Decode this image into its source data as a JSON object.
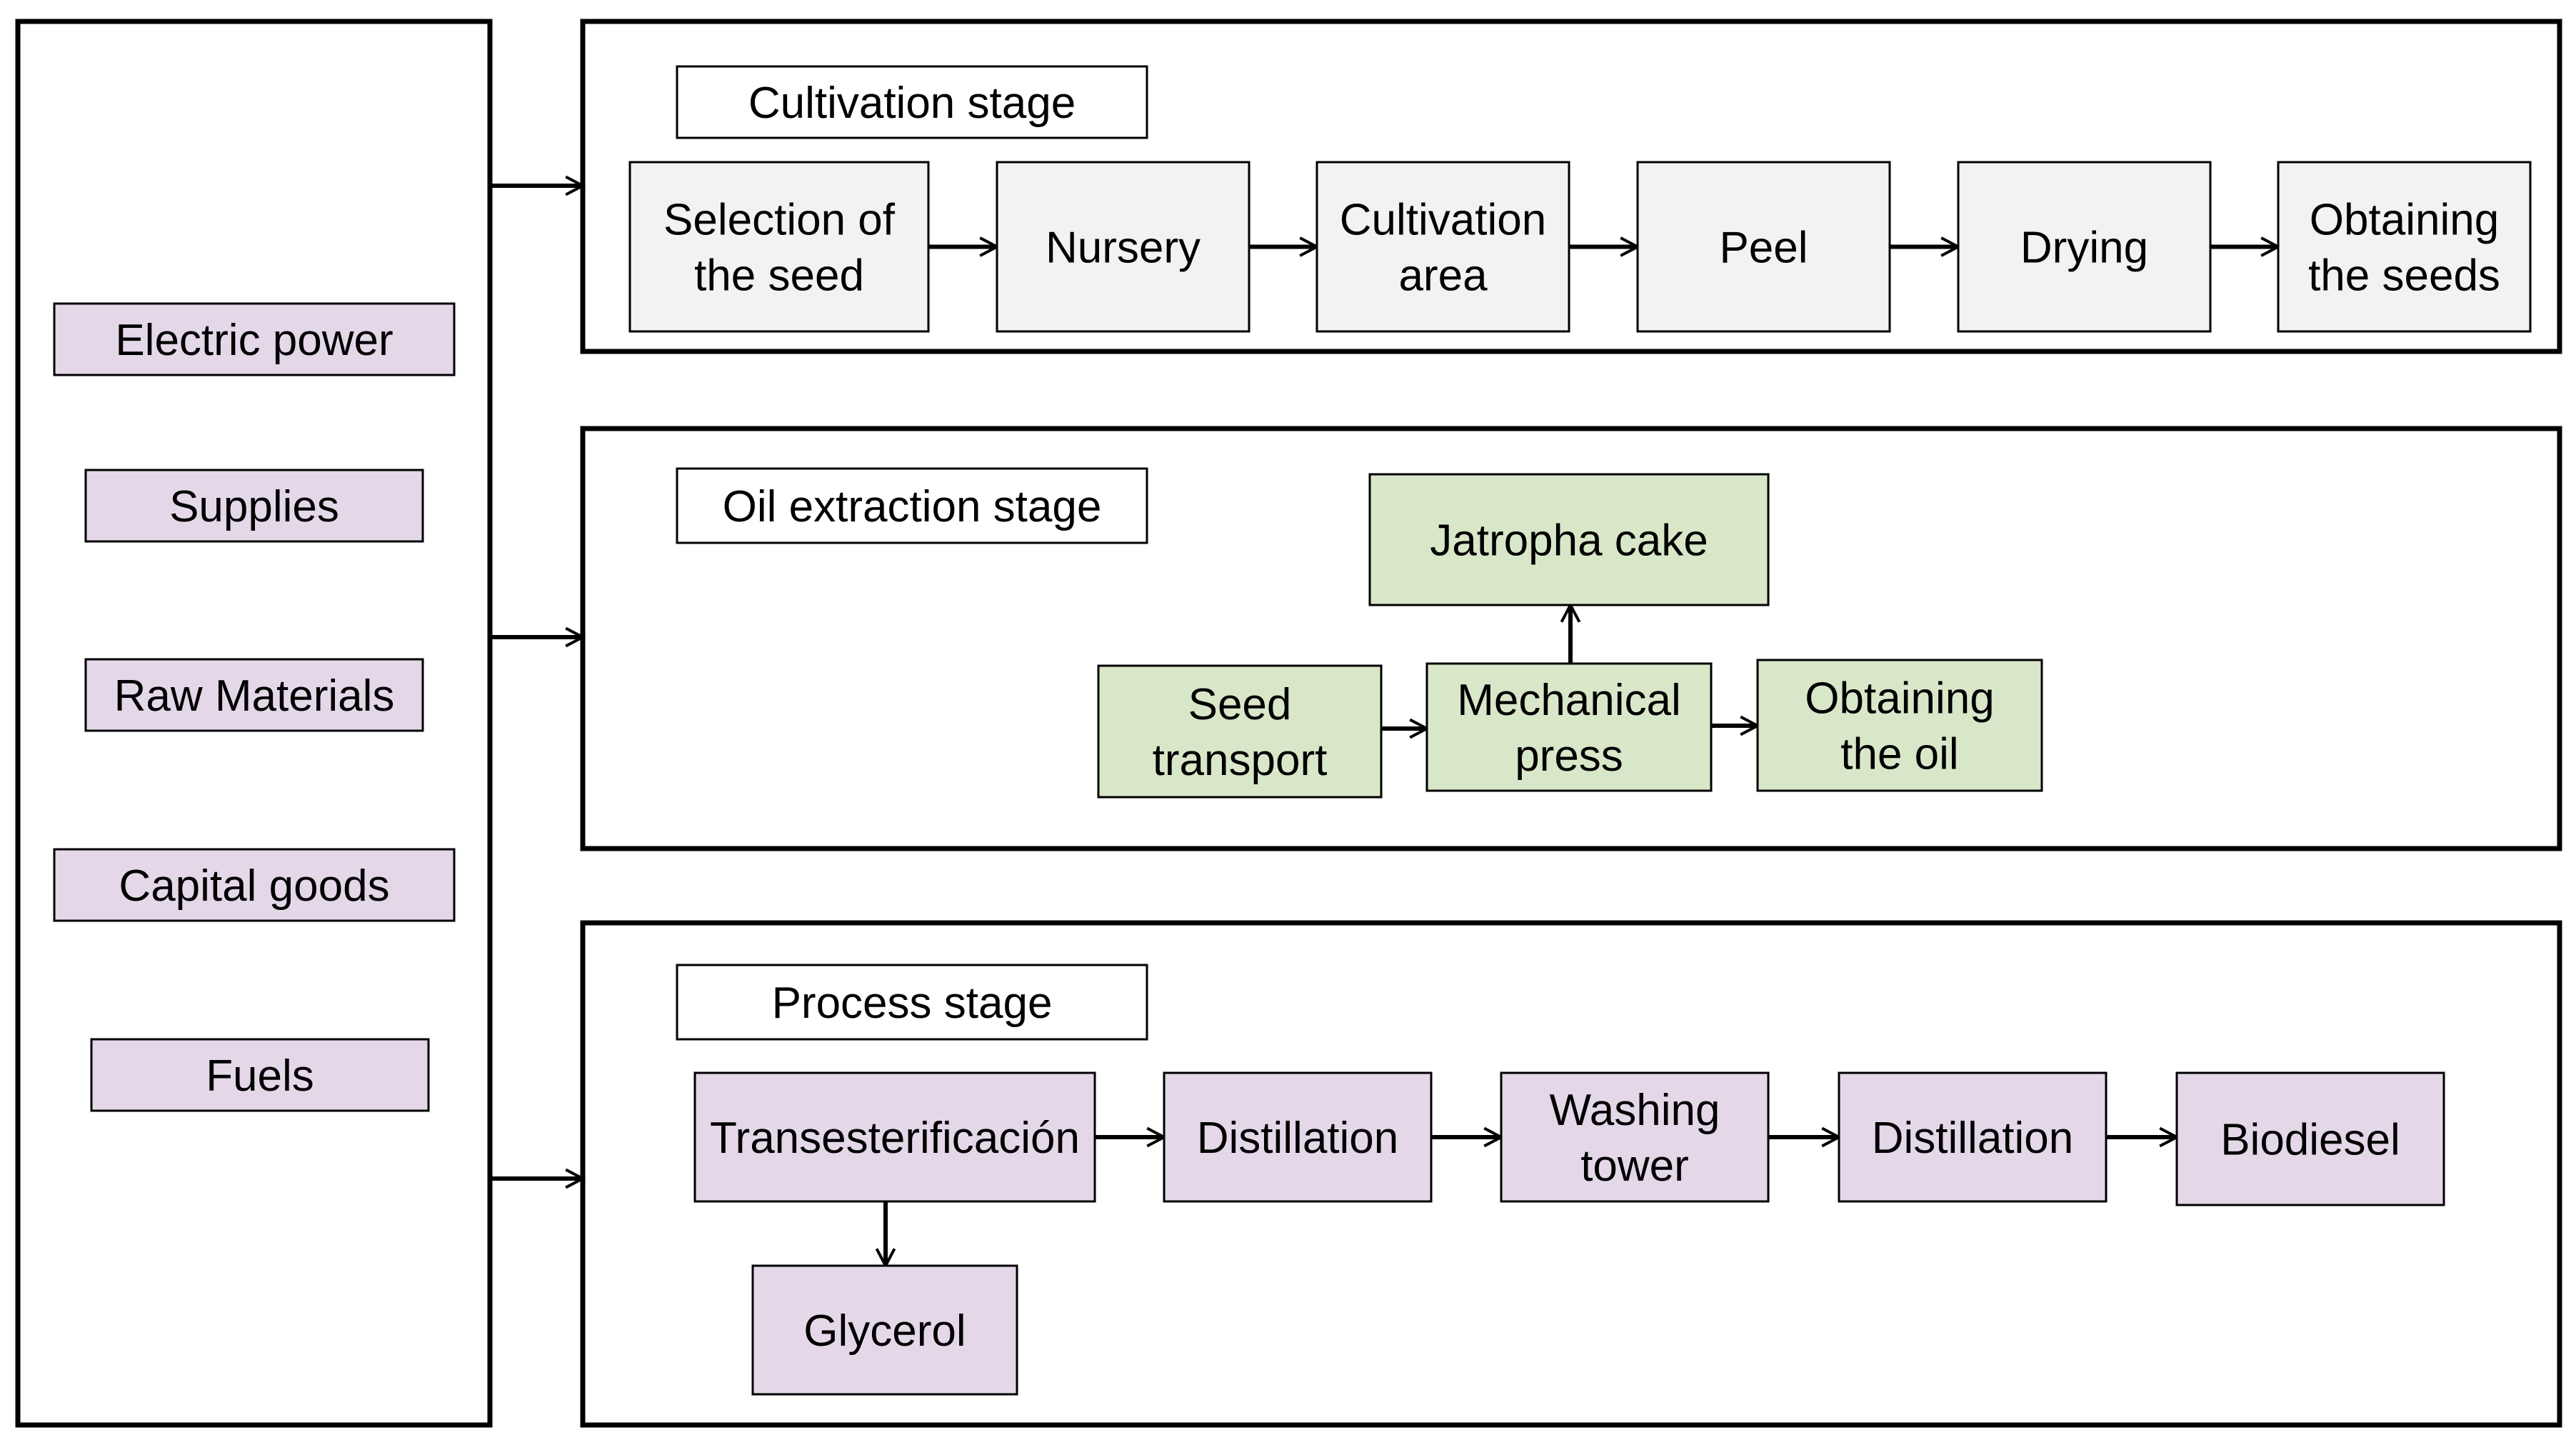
{
  "colors": {
    "purple": "#e4d8e8",
    "green": "#d9e7c9",
    "gray": "#f2f2f2",
    "white": "#ffffff",
    "line": "#000000"
  },
  "inputs": [
    "Electric power",
    "Supplies",
    "Raw Materials",
    "Capital goods",
    "Fuels"
  ],
  "stages": {
    "cultivation": {
      "title": "Cultivation stage",
      "steps": [
        [
          "Selection of",
          "the seed"
        ],
        [
          "Nursery"
        ],
        [
          "Cultivation",
          "area"
        ],
        [
          "Peel"
        ],
        [
          "Drying"
        ],
        [
          "Obtaining",
          "the seeds"
        ]
      ]
    },
    "oil_extraction": {
      "title": "Oil extraction stage",
      "steps": [
        [
          "Seed",
          "transport"
        ],
        [
          "Mechanical",
          "press"
        ],
        [
          "Obtaining",
          "the oil"
        ]
      ],
      "byproduct": [
        "Jatropha cake"
      ]
    },
    "process": {
      "title": "Process stage",
      "steps": [
        [
          "Transesterificación"
        ],
        [
          "Distillation"
        ],
        [
          "Washing",
          "tower"
        ],
        [
          "Distillation"
        ],
        [
          "Biodiesel"
        ]
      ],
      "byproduct": [
        "Glycerol"
      ]
    }
  }
}
